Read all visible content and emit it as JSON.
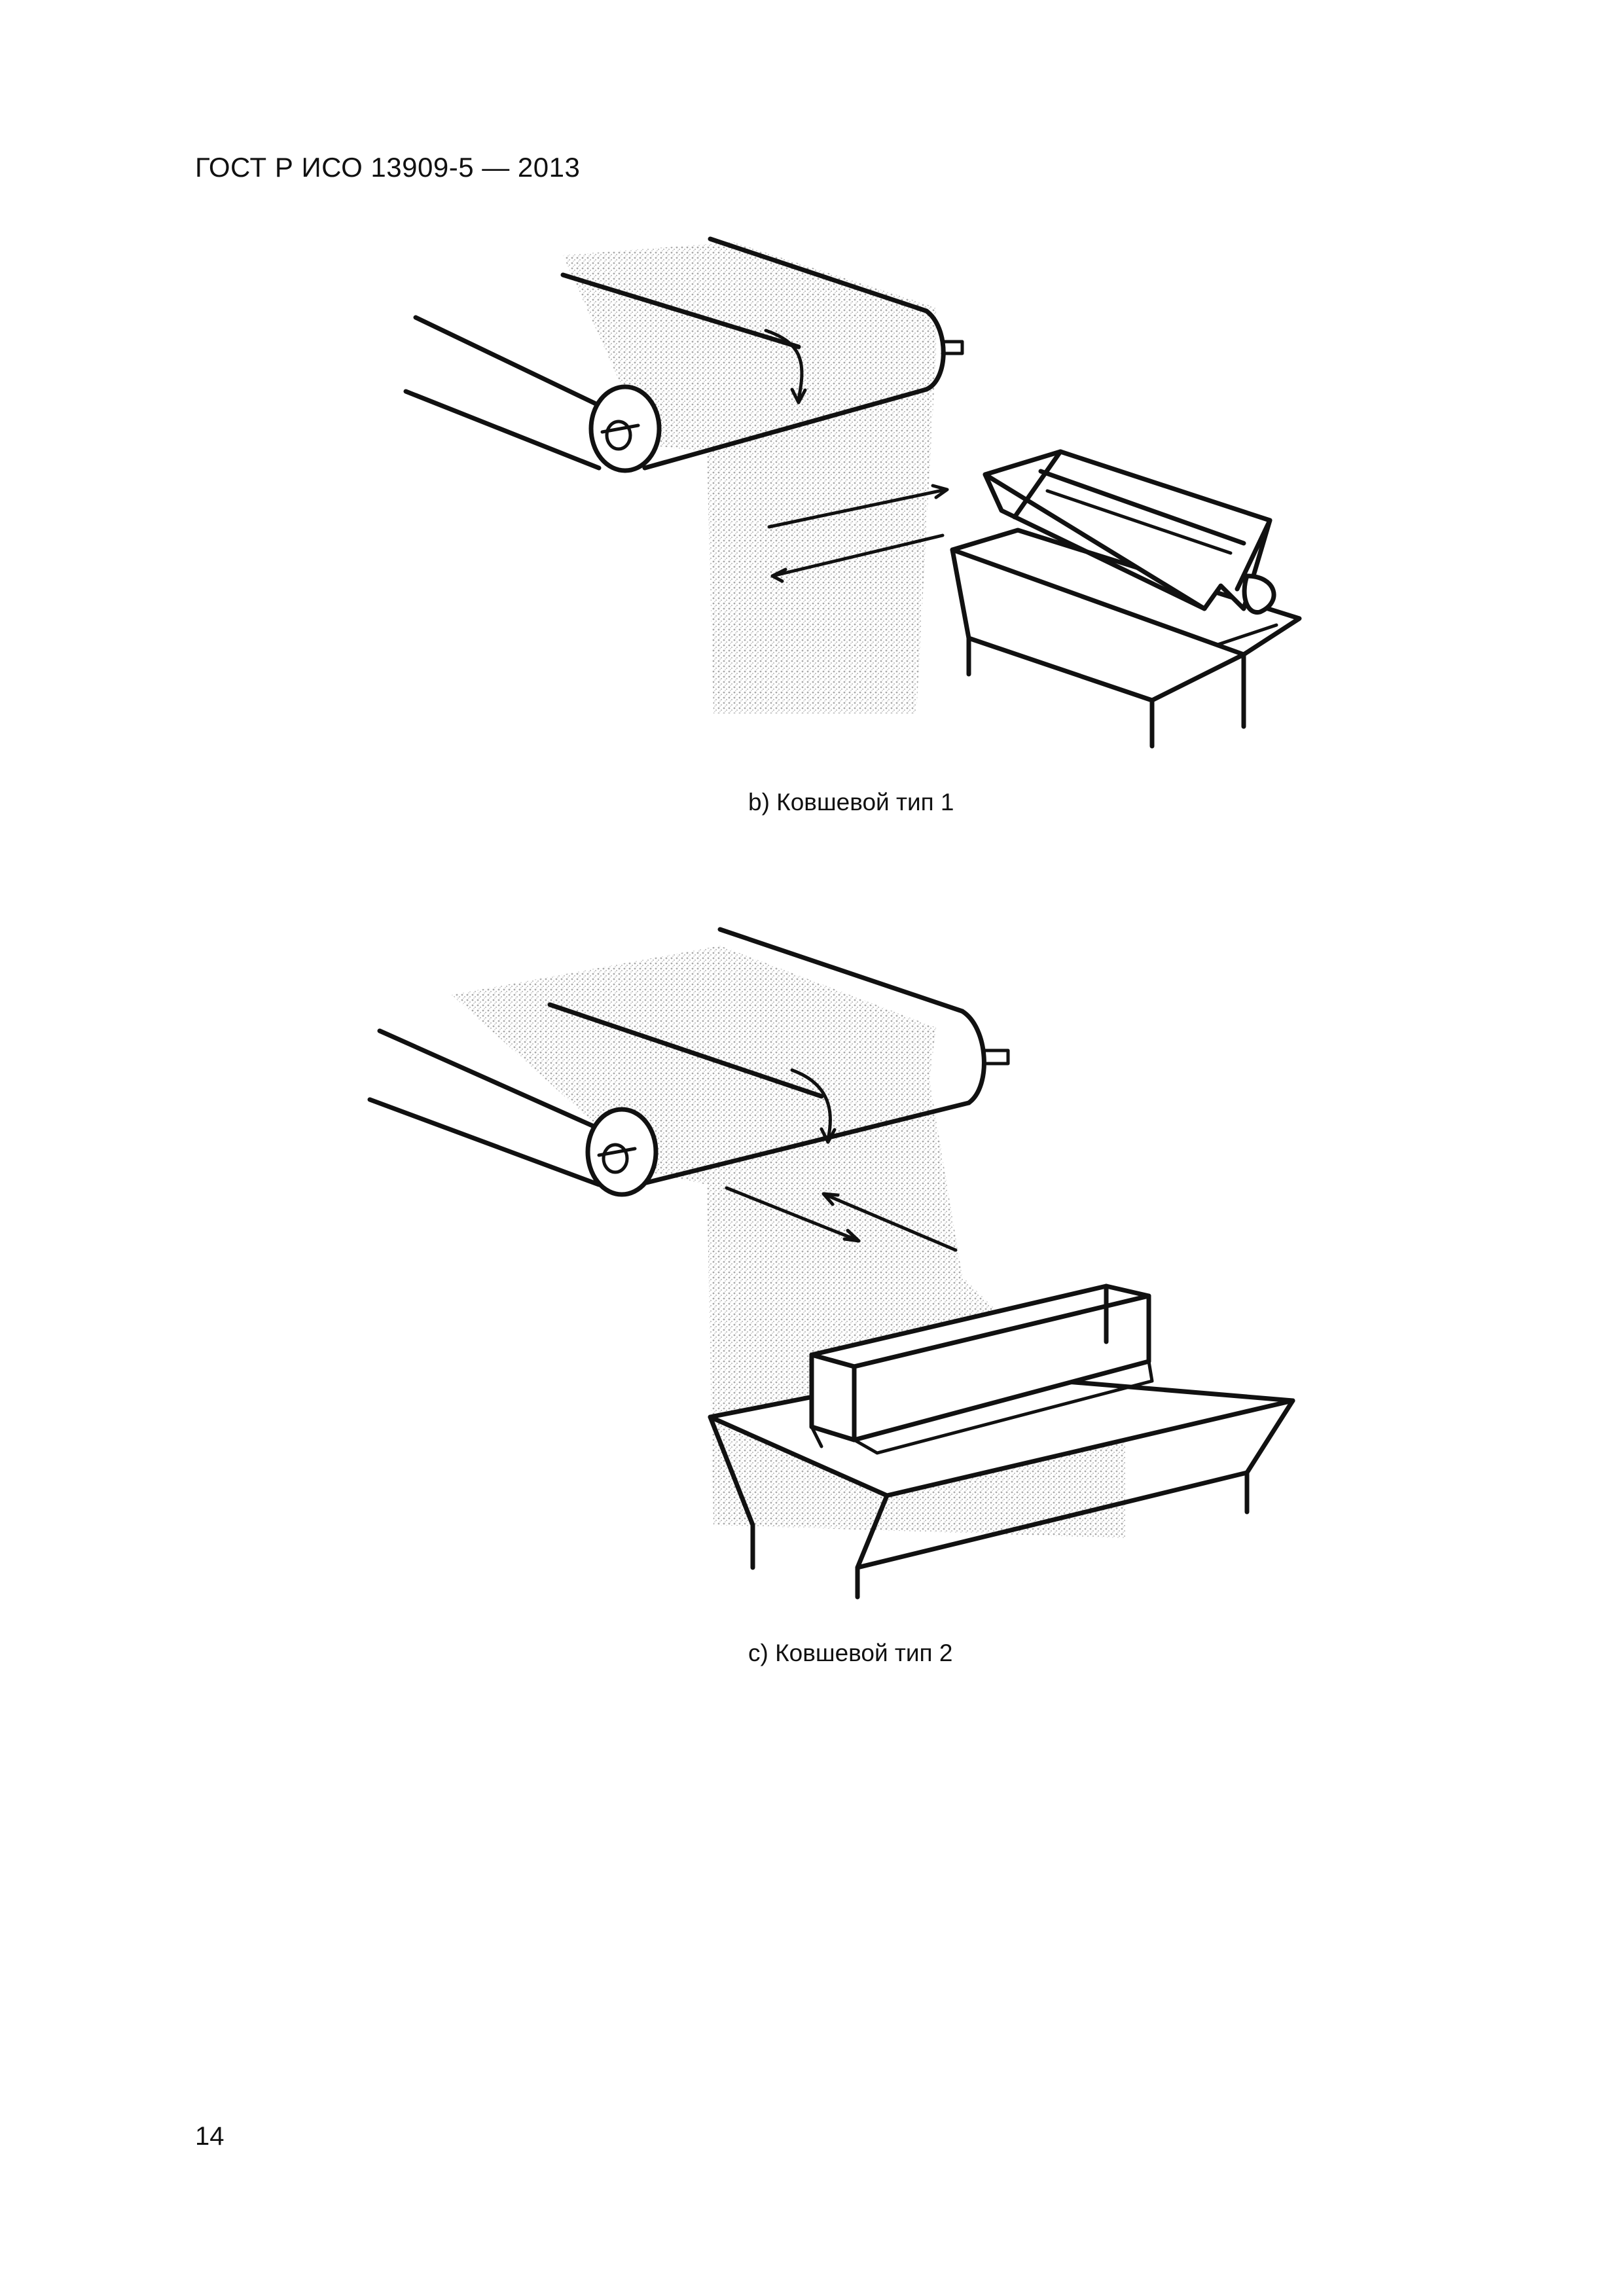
{
  "header": {
    "standard_code": "ГОСТ Р ИСО 13909-5 — 2013"
  },
  "figures": [
    {
      "caption": "b) Ковшевой тип 1"
    },
    {
      "caption": "c) Ковшевой тип 2"
    }
  ],
  "footer": {
    "page_number": "14"
  },
  "colors": {
    "ink": "#111111",
    "stipple": "#cfcfcf"
  }
}
